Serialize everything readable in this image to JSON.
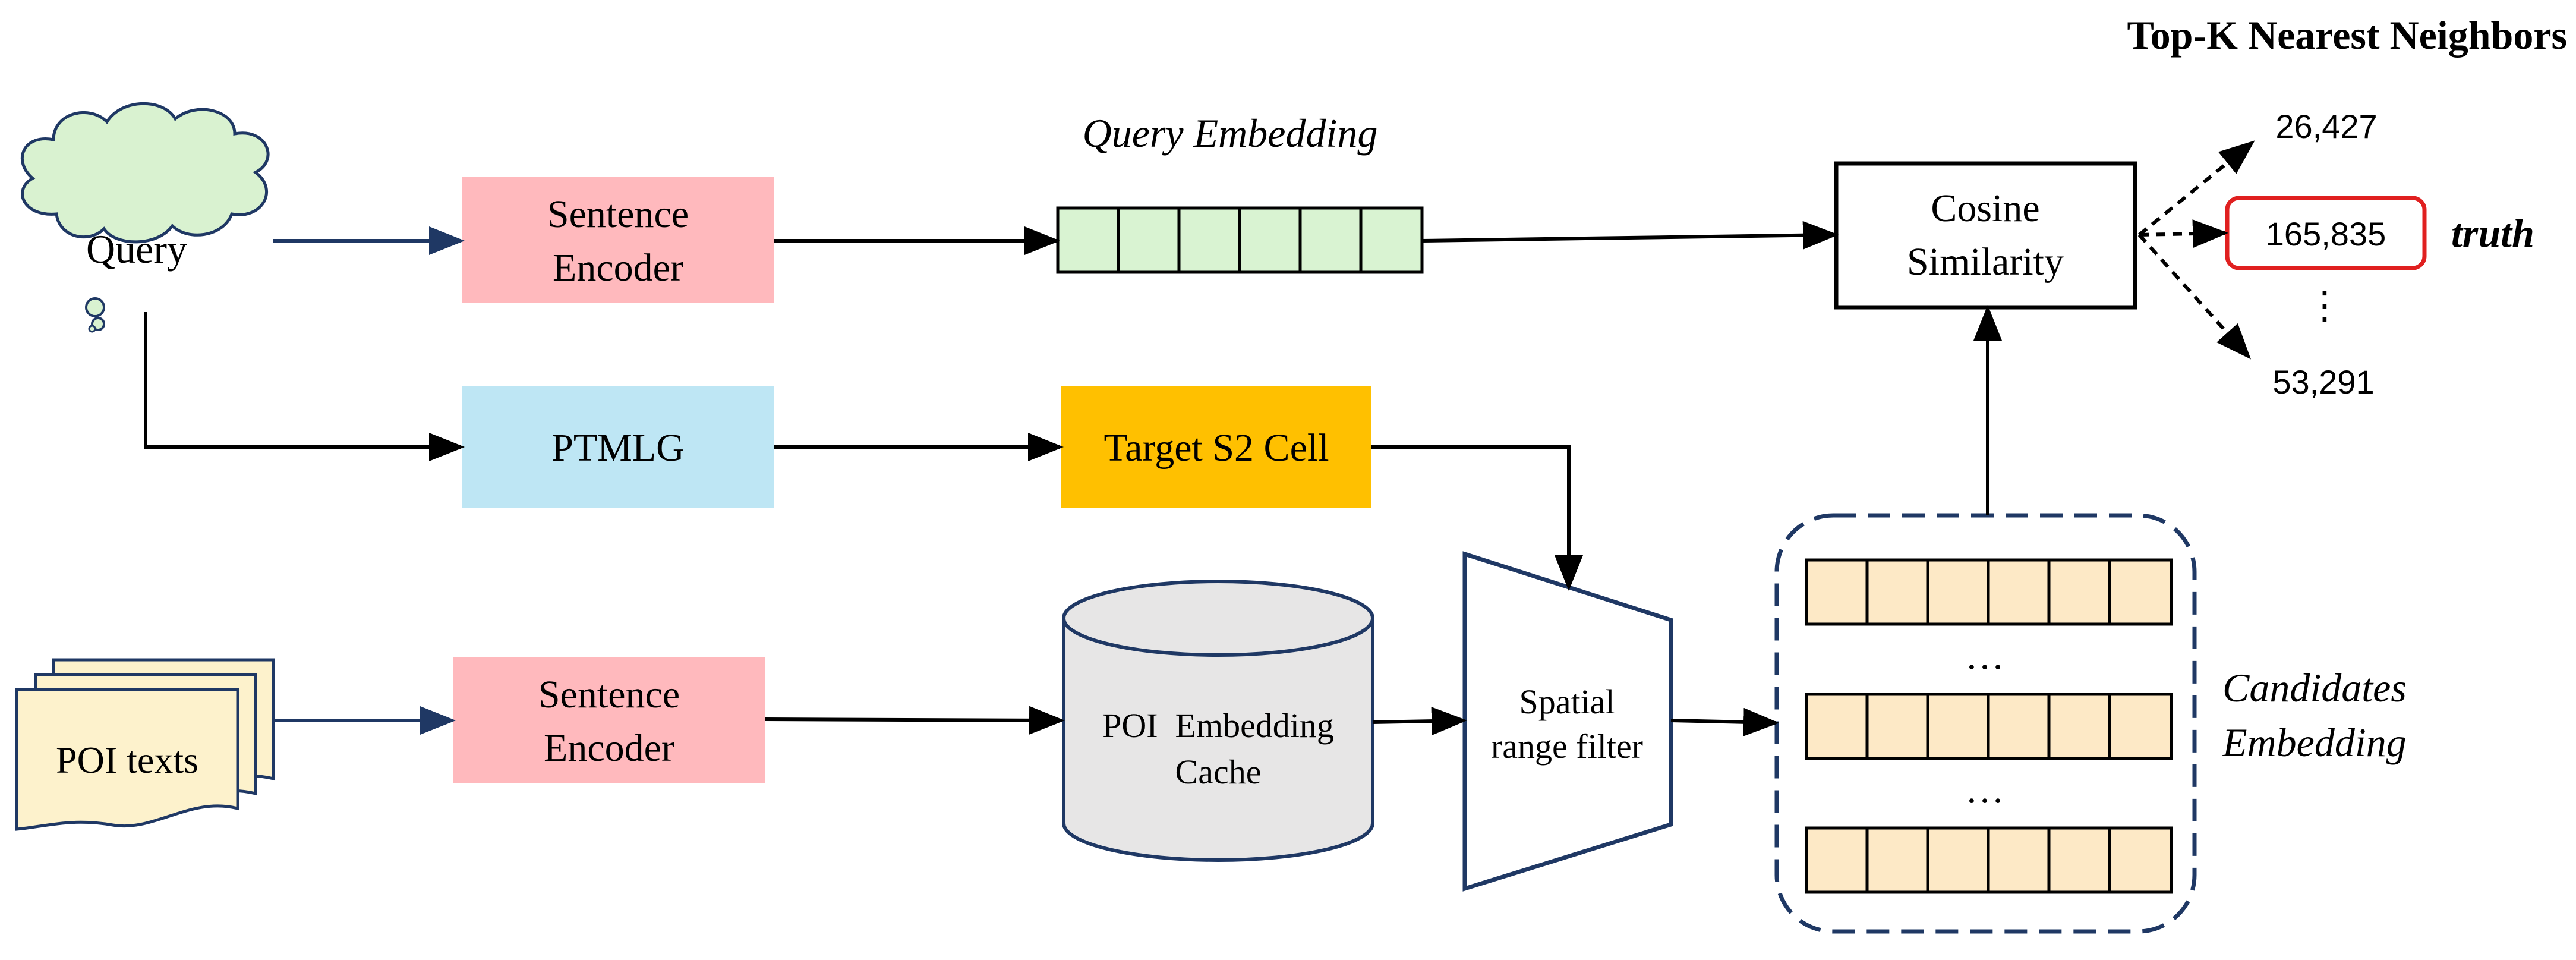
{
  "header": {
    "top_k_title": "Top-K Nearest Neighbors"
  },
  "nodes": {
    "query": "Query",
    "sentence_encoder_top": [
      "Sentence",
      "Encoder"
    ],
    "query_embedding_label": "Query Embedding",
    "cosine_similarity": [
      "Cosine",
      "Similarity"
    ],
    "ptmlg": "PTMLG",
    "target_s2_cell": "Target S2 Cell",
    "poi_texts": "POI texts",
    "sentence_encoder_bottom": [
      "Sentence",
      "Encoder"
    ],
    "poi_embedding_cache": [
      "POI  Embedding",
      "Cache"
    ],
    "spatial_range_filter": [
      "Spatial",
      "range filter"
    ],
    "candidates_embedding": [
      "Candidates",
      "Embedding"
    ],
    "ellipsis": "…"
  },
  "results": {
    "items": [
      "26,427",
      "165,835",
      "53,291"
    ],
    "vertical_ellipsis": "⋮",
    "truth_label": "truth"
  },
  "colors": {
    "query_cloud_fill": "#d9f2d0",
    "sentence_encoder_fill": "#ffb9bd",
    "query_embedding_fill": "#d9f3d2",
    "ptmlg_fill": "#bee6f4",
    "target_s2_fill": "#ffc000",
    "poi_texts_fill": "#fdf2cc",
    "cache_fill": "#e7e6e6",
    "cache_stroke": "#1f3864",
    "candidate_fill": "#fde9c6",
    "dashed_border": "#1f3864",
    "truth_box": "#e02020",
    "arrow_blue": "#1f3864"
  }
}
